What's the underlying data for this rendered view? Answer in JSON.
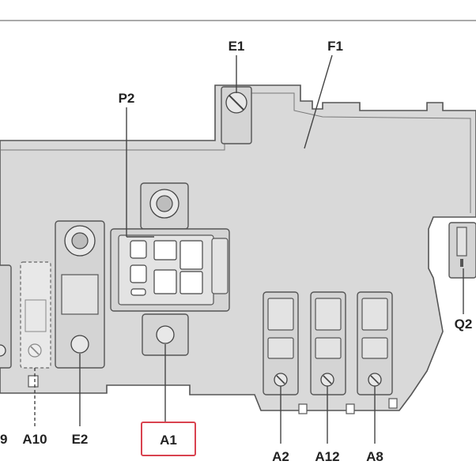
{
  "diagram": {
    "labels": {
      "e1": "E1",
      "f1": "F1",
      "p2": "P2",
      "q2": "Q2",
      "a9": "9",
      "a10": "A10",
      "e2": "E2",
      "a1": "A1",
      "a2": "A2",
      "a12": "A12",
      "a8": "A8"
    },
    "highlight": {
      "label": "A1",
      "color": "#d9424f"
    },
    "colors": {
      "body": "#d9d9d9",
      "outline": "#555555",
      "text": "#222222"
    }
  }
}
